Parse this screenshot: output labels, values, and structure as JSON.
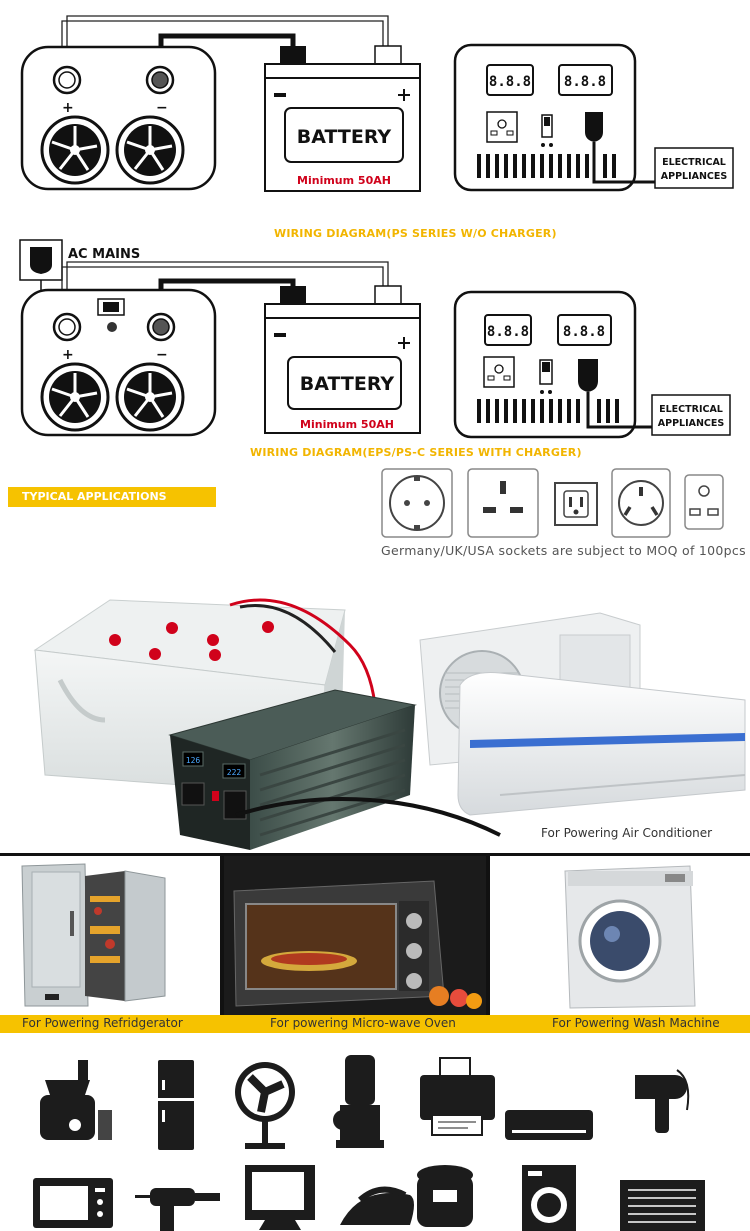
{
  "diagram1": {
    "battery_label": "BATTERY",
    "battery_min": "Minimum 50AH",
    "plus": "+",
    "minus": "−",
    "load_label_1": "ELECTRICAL",
    "load_label_2": "APPLIANCES",
    "title": "WIRING DIAGRAM(PS SERIES W/O CHARGER)"
  },
  "diagram2": {
    "ac_mains": "AC MAINS",
    "battery_label": "BATTERY",
    "battery_min": "Minimum 50AH",
    "plus": "+",
    "minus": "−",
    "load_label_1": "ELECTRICAL",
    "load_label_2": "APPLIANCES",
    "title": "WIRING DIAGRAM(EPS/PS-C SERIES WITH CHARGER)"
  },
  "applications": {
    "title": "TYPICAL APPLICATIONS",
    "socket_note": "Germany/UK/USA sockets are subject to MOQ of 100pcs",
    "aircon_caption": "For Powering Air Conditioner",
    "inverter_display_1": "126",
    "inverter_display_2": "222",
    "refrigerator_caption": "For Powering Refridgerator",
    "microwave_caption": "For powering Micro-wave Oven",
    "wash_caption": "For Powering Wash Machine"
  },
  "colors": {
    "accent_yellow": "#f6c200",
    "caption_yellow": "#f2b500",
    "battery_red": "#d0021b",
    "ink": "#111111"
  }
}
